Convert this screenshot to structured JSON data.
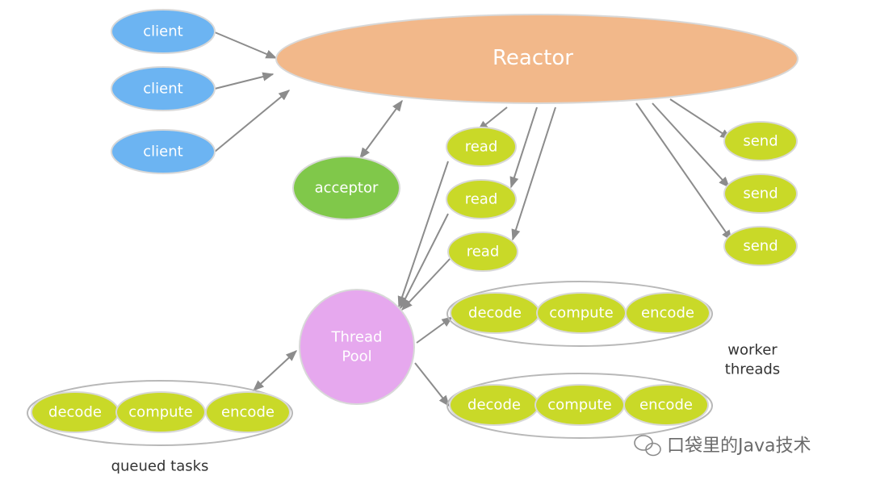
{
  "nodes": {
    "reactor": "Reactor",
    "clients": [
      "client",
      "client",
      "client"
    ],
    "acceptor": "acceptor",
    "reads": [
      "read",
      "read",
      "read"
    ],
    "sends": [
      "send",
      "send",
      "send"
    ],
    "thread_pool": [
      "Thread",
      "Pool"
    ],
    "worker_groups": [
      [
        "decode",
        "compute",
        "encode"
      ],
      [
        "decode",
        "compute",
        "encode"
      ]
    ],
    "queued_group": [
      "decode",
      "compute",
      "encode"
    ]
  },
  "labels": {
    "worker_threads": [
      "worker",
      "threads"
    ],
    "queued_tasks": "queued tasks"
  },
  "watermark": "口袋里的Java技术",
  "colors": {
    "reactor": "#f2b88a",
    "client": "#6cb4f2",
    "acceptor": "#80c84a",
    "task": "#c9d928",
    "thread_pool": "#e6a8ee",
    "arrow": "#8c8c8c"
  }
}
